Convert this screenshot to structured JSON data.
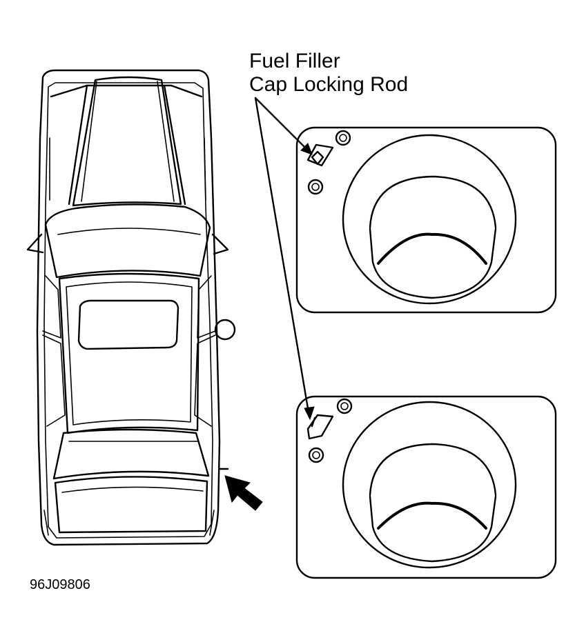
{
  "callout": {
    "line1": "Fuel Filler",
    "line2": "Cap Locking Rod"
  },
  "figure_id": "96J09806",
  "panels": [
    {
      "name": "locked-state-detail"
    },
    {
      "name": "unlocked-state-detail"
    }
  ],
  "icons": [
    "car-top-view",
    "arrow-icon",
    "fuel-filler-circle-marker"
  ]
}
